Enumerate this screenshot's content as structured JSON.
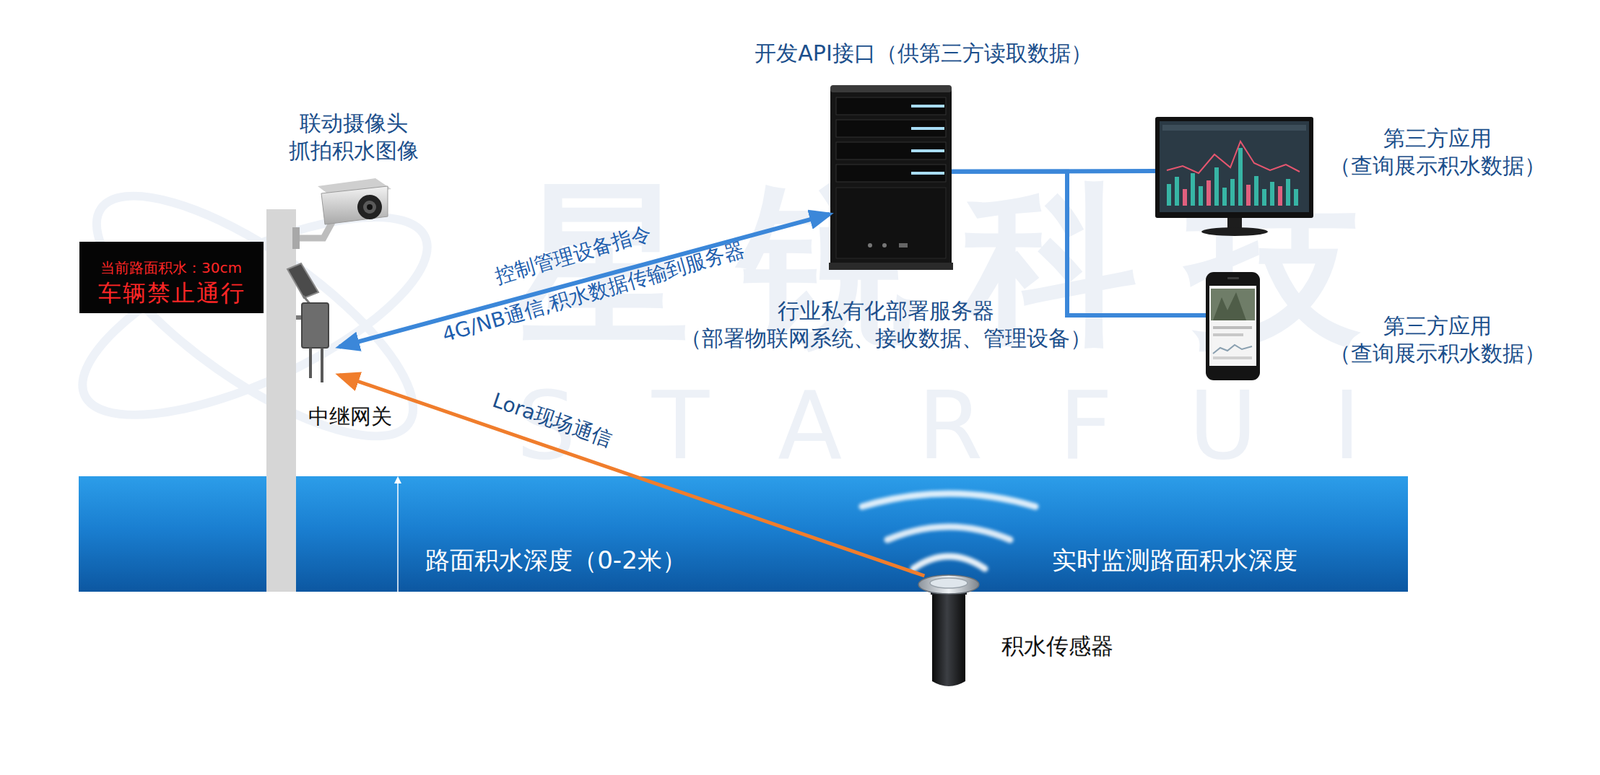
{
  "diagram": {
    "nodes": [
      {
        "text": [
          "开发API接口（供第三方读取数据）",
          "行业私有化部署服务器",
          "（部署物联网系统、接收数据、管理设备）"
        ]
      },
      {
        "text": [
          "联动摄像头 抓拍积水图像"
        ]
      },
      {
        "text": [
          "第三方应用",
          "（查询展示积水数据）"
        ]
      },
      {
        "text": [
          "当前路面积水：30cm",
          "车辆禁止通行"
        ]
      },
      {
        "text": [
          "第三方应用",
          "（查询展示积水数据）"
        ]
      },
      {
        "text": [
          "中继网关"
        ]
      },
      {
        "text": [
          "路面积水深度（0-2米）",
          "实时监测路面积水深度"
        ]
      },
      {
        "text": [
          "积水传感器"
        ]
      }
    ],
    "edges": [
      {
        "from": 7,
        "to": 5,
        "label": "Lora现场通信",
        "arrow": "to"
      },
      {
        "from": 5,
        "to": 0,
        "label": "4G/NB通信,积水数据传输到服务器",
        "arrow": "both"
      },
      {
        "from": 0,
        "to": 2,
        "arrow": "none"
      },
      {
        "from": 0,
        "to": 4,
        "arrow": "none"
      }
    ],
    "labels": [
      "控制管理设备指令",
      "星锐科技",
      "STARFUI"
    ]
  }
}
